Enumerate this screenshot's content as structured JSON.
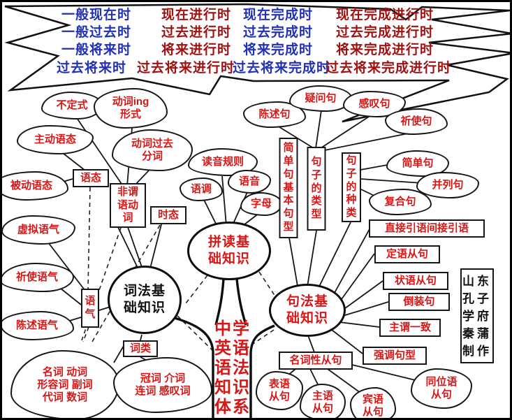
{
  "banner": {
    "rows": [
      [
        {
          "t": "一般现在时",
          "c": "blue"
        },
        {
          "t": "现在进行时",
          "c": "red"
        },
        {
          "t": "现在完成时",
          "c": "blue"
        },
        {
          "t": "现在完成进行时",
          "c": "red"
        }
      ],
      [
        {
          "t": "一般过去时",
          "c": "blue"
        },
        {
          "t": "过去进行时",
          "c": "red"
        },
        {
          "t": "过去完成时",
          "c": "blue"
        },
        {
          "t": "过去完成进行时",
          "c": "red"
        }
      ],
      [
        {
          "t": "一般将来时",
          "c": "blue"
        },
        {
          "t": "将来进行时",
          "c": "red"
        },
        {
          "t": "将来完成时",
          "c": "blue"
        },
        {
          "t": "将来完成进行时",
          "c": "red"
        }
      ],
      [
        {
          "t": "过去将来时",
          "c": "blue"
        },
        {
          "t": "过去将来进行时",
          "c": "red"
        },
        {
          "t": "过去将来完成时",
          "c": "blue"
        },
        {
          "t": "过去将来完成进行时",
          "c": "red"
        }
      ]
    ]
  },
  "colors": {
    "map_red": "#d91616",
    "tense_blue": "#2230b8",
    "tense_dark_red": "#a01212",
    "ink": "#111111"
  },
  "hubs": {
    "cifa": {
      "line1": "词法基",
      "line2": "础知识"
    },
    "pindu": {
      "line1": "拼读基",
      "line2": "础知识"
    },
    "jufa": {
      "line1": "句法基",
      "line2": "础知识"
    }
  },
  "trunk": {
    "rows": [
      "中学",
      "英语",
      "语法",
      "知识",
      "体系"
    ]
  },
  "boxes": {
    "yutai": "语态",
    "feiwei": "非谓语动词",
    "shitai": "时态",
    "yuqi": "语气",
    "cilei": "词类",
    "jiandanju_jixing": "简单句基本句型",
    "juzi_leixing": "句子的类型",
    "juzi_zhonglei": "句子的种类",
    "zhijie": "直接引语间接引语",
    "dingyu": "定语从句",
    "zhuangyu": "状语从句",
    "daozhuang": "倒装句",
    "zhuwei": "主谓一致",
    "qiangdiao": "强调句型",
    "mingcixing": "名词性从句"
  },
  "clouds": {
    "budingshi": "不定式",
    "dongci_ing": [
      "动词ing",
      "形式"
    ],
    "zhudong": "主动语态",
    "guoqufenci": [
      "动词过去",
      "分词"
    ],
    "beidong": "被动语态",
    "xuni": "虚拟语气",
    "qishi_yuqi": "祈使语气",
    "chenshu_yuqi": "陈述语气",
    "duyin": "读音规则",
    "yudiao": "语调",
    "yuyin": "语音",
    "zimu": "字母",
    "chenshuju": "陈述句",
    "yiwenju": "疑问句",
    "gantanju": "感叹句",
    "qishiju": "祈使句",
    "jiandanju": "简单句",
    "binglieju": "并列句",
    "fuheju": "复合句",
    "partsofspeech": [
      "名词  动词",
      "形容词 副词",
      "代词  数词"
    ],
    "guanci": [
      "冠词 介词",
      "连词 感叹词"
    ],
    "biaoyu": [
      "表语",
      "从句"
    ],
    "zhuyu": [
      "主语",
      "从句"
    ],
    "binyu": [
      "宾语",
      "从句"
    ],
    "tongwei": [
      "同位语",
      "从句"
    ]
  },
  "credit": {
    "rows": [
      "山东",
      "孔子",
      "学府",
      "秦蒲",
      "制作"
    ]
  }
}
